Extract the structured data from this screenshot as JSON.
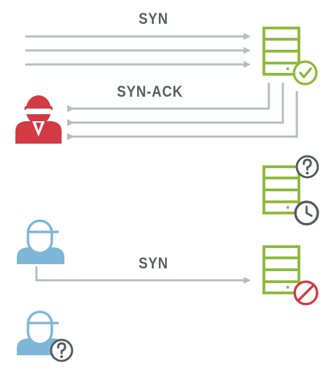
{
  "diagram": {
    "labels": {
      "syn_top": "SYN",
      "syn_ack": "SYN-ACK",
      "syn_bottom": "SYN"
    },
    "colors": {
      "server": "#8dbb3a",
      "attacker": "#d23b45",
      "client": "#7db6d6",
      "arrow": "#b7bcc0",
      "text": "#5a5e61",
      "clock": "#555a5e",
      "deny": "#d23b45",
      "question": "#555a5e",
      "check": "#8dbb3a"
    },
    "icons": {
      "attacker": "hacker-icon",
      "server_top": "server-icon",
      "server_middle": "server-icon",
      "server_bottom": "server-icon",
      "client_top": "user-icon",
      "client_bottom": "user-icon",
      "status_top": "check-circle-icon",
      "status_middle_a": "question-circle-icon",
      "status_middle_b": "clock-icon",
      "status_bottom": "blocked-icon",
      "status_client": "question-circle-icon"
    }
  }
}
